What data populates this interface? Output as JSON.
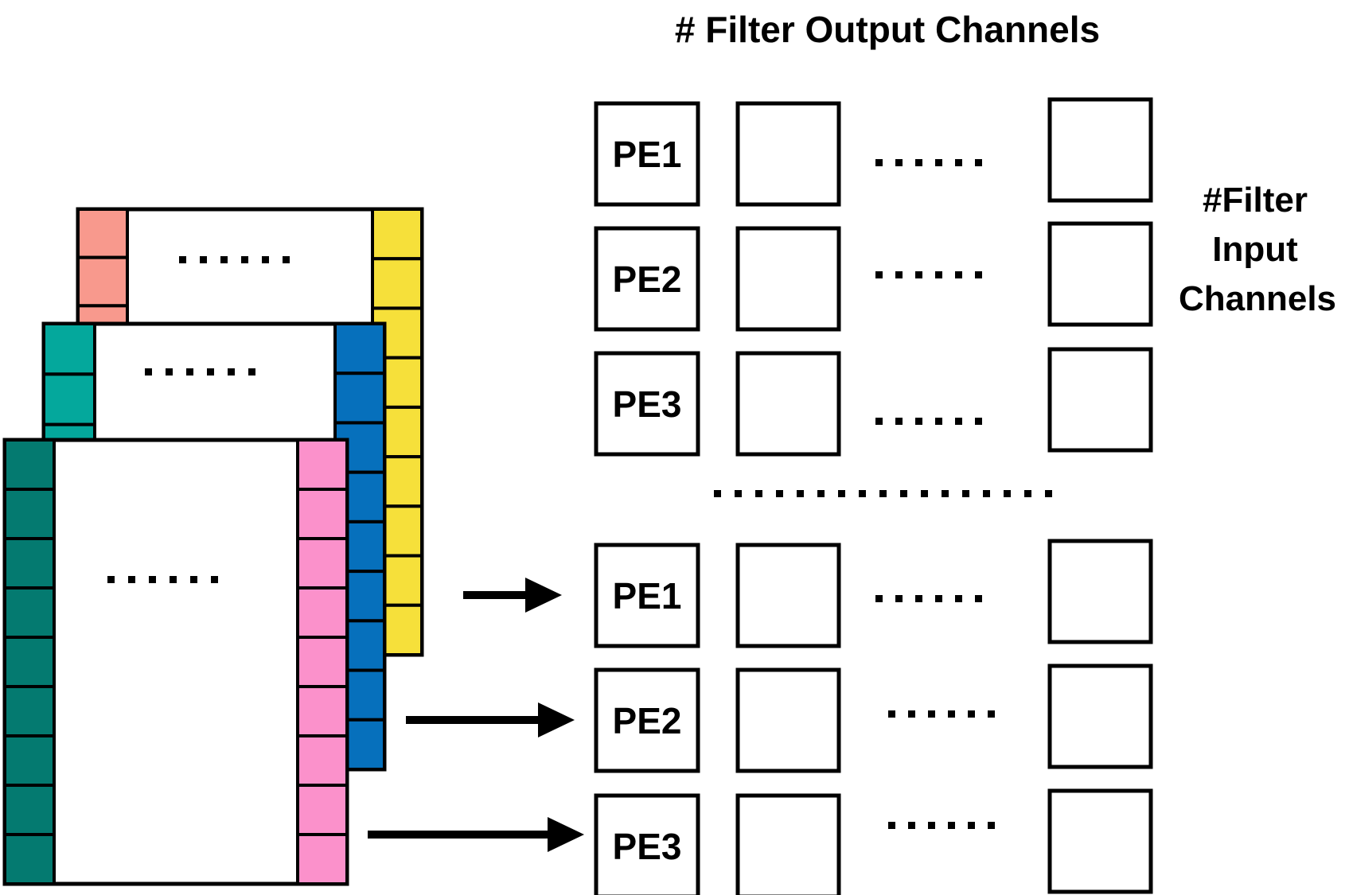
{
  "labels": {
    "output_channels": "# Filter Output Channels",
    "input_channels": [
      "#Filter",
      "Input",
      "Channels"
    ],
    "ellipsis": "....."
  },
  "colors": {
    "salmon": "#F8998D",
    "yellow": "#F6E03A",
    "teal": "#04A89C",
    "blue": "#0670BC",
    "dark_teal": "#047A70",
    "pink": "#FB91CB",
    "stroke": "#000000",
    "fill": "#FFFFFF"
  },
  "pe_grid": {
    "top_group": [
      "PE1",
      "PE2",
      "PE3"
    ],
    "bottom_group": [
      "PE1",
      "PE2",
      "PE3"
    ]
  }
}
